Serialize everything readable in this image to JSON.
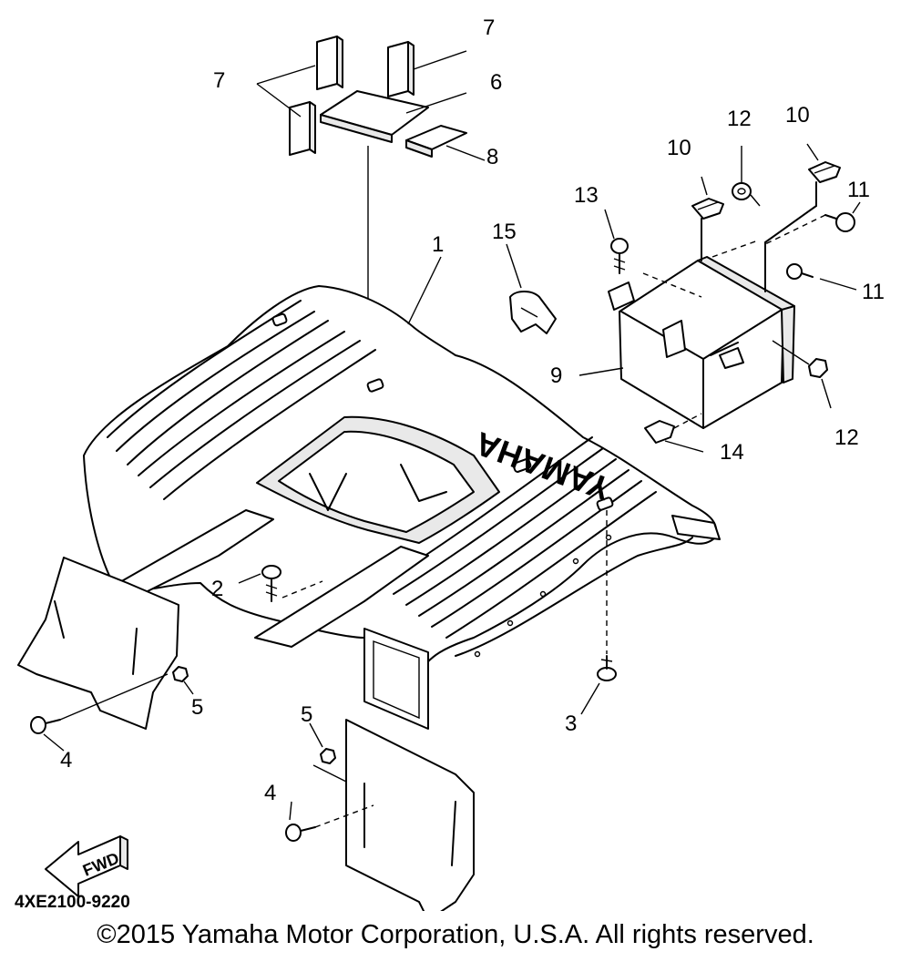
{
  "diagram": {
    "callouts": {
      "c1": "1",
      "c2": "2",
      "c3": "3",
      "c4a": "4",
      "c4b": "4",
      "c5a": "5",
      "c5b": "5",
      "c6": "6",
      "c7a": "7",
      "c7b": "7",
      "c8": "8",
      "c9": "9",
      "c10a": "10",
      "c10b": "10",
      "c11a": "11",
      "c11b": "11",
      "c12a": "12",
      "c12b": "12",
      "c13": "13",
      "c14": "14",
      "c15": "15"
    },
    "fender_brand": "YAMAHA",
    "fwd_label": "FWD",
    "part_code": "4XE2100-9220"
  },
  "copyright": "©2015 Yamaha Motor Corporation, U.S.A. All rights reserved."
}
